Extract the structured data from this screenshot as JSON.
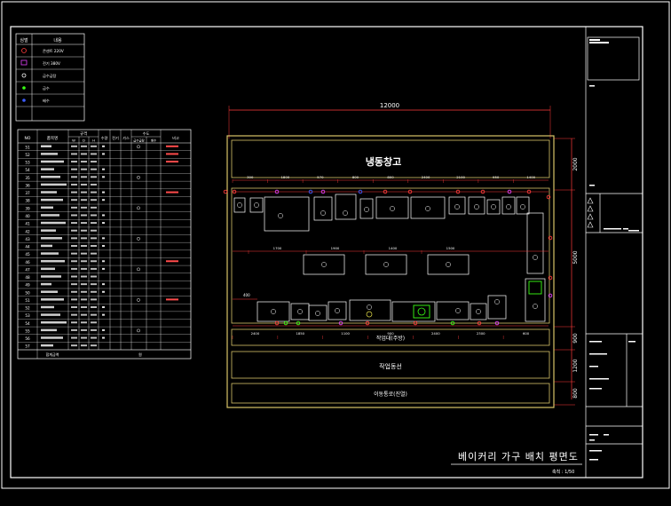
{
  "legend": {
    "headers": [
      "심벌",
      "내용"
    ],
    "items": [
      {
        "color": "#ff3b3b",
        "label": "콘센트 220V"
      },
      {
        "color": "#e040fb",
        "label": "전기 380V"
      },
      {
        "color": "#ffffff",
        "label": "급수급탕"
      },
      {
        "color": "#39ff14",
        "label": "급수"
      },
      {
        "color": "#3b5bff",
        "label": "배수"
      }
    ]
  },
  "equip_table": {
    "headers": [
      "NO",
      "품목명",
      "규격",
      "수량",
      "전기",
      "가스",
      "수도",
      "비고"
    ],
    "subheaders": [
      "W",
      "D",
      "H",
      "급수급탕",
      "배수"
    ],
    "rows": [
      "51",
      "52",
      "53",
      "54",
      "35",
      "36",
      "37",
      "38",
      "39",
      "40",
      "41",
      "42",
      "43",
      "44",
      "45",
      "46",
      "47",
      "48",
      "49",
      "50",
      "51",
      "52",
      "53",
      "54",
      "55",
      "56",
      "57"
    ],
    "footer": [
      "합계금액",
      "원"
    ]
  },
  "plan": {
    "cold_room": "냉동창고",
    "work_room": "작업동선",
    "corridor_top": "작업대(주방)",
    "corridor_bottom": "이동통로(진열)",
    "dim_total": "12000",
    "dim_right_1": "2000",
    "dim_right_2": "5000",
    "dim_right_3": "900",
    "dim_right_4": "1200",
    "dim_right_5": "800",
    "top_dims": [
      "300",
      "1800",
      "570",
      "800",
      "800",
      "2400",
      "2100",
      "950",
      "1400"
    ],
    "mid_dims": [
      "1700",
      "1900",
      "1400",
      "1500"
    ],
    "bottom_dims": [
      "2400",
      "1850",
      "1100",
      "900",
      "2400",
      "2300",
      "600"
    ],
    "left_dim": "400"
  },
  "title_block": {
    "title": "베이커리 가구 배치 평면도",
    "scale": "축척 : 1/50"
  },
  "colors": {
    "line": "#ffffff",
    "dim": "#ff3b3b",
    "wall": "#d8c468",
    "accent": "#39ff14"
  }
}
